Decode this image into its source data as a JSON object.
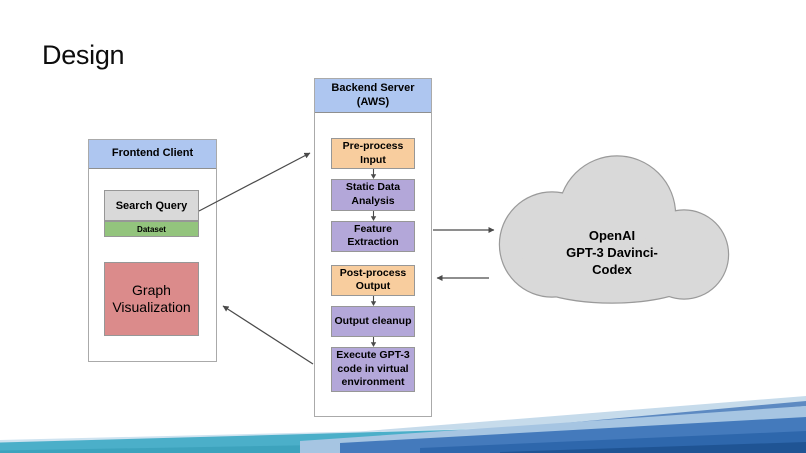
{
  "slide": {
    "title": "Design"
  },
  "frontend": {
    "header": "Frontend Client",
    "search_query_label": "Search Query",
    "dataset_label": "Dataset",
    "graph_visualization_label": "Graph Visualization"
  },
  "backend": {
    "header": "Backend Server (AWS)",
    "steps": [
      {
        "label": "Pre-process Input",
        "type": "orange",
        "arrow_after": true
      },
      {
        "label": "Static Data Analysis",
        "type": "purple",
        "arrow_after": true
      },
      {
        "label": "Feature Extraction",
        "type": "purple",
        "arrow_after": false
      },
      {
        "label": "Post-process Output",
        "type": "orange",
        "arrow_after": true
      },
      {
        "label": "Output cleanup",
        "type": "purple",
        "arrow_after": true
      },
      {
        "label": "Execute GPT-3 code in virtual environment",
        "type": "purple",
        "arrow_after": false
      }
    ]
  },
  "cloud": {
    "label": "OpenAI\nGPT-3 Davinci-\nCodex"
  },
  "colors": {
    "group_header_fill": "#aec6f0",
    "search_query_fill": "#d9d9d9",
    "dataset_fill": "#93c47d",
    "graph_visualization_fill": "#db8b8b",
    "process_orange_fill": "#f8cd9e",
    "process_purple_fill": "#b3a7d9",
    "cloud_fill": "#d9d9d9",
    "arrow_stroke": "#4a4a4a",
    "wave_teal": "#4bafc9",
    "wave_blues": [
      "#cfe3f0",
      "#c6dbeb",
      "#a6c5e2",
      "#5d8ac2",
      "#447abc",
      "#2e67ac",
      "#1f5494"
    ]
  }
}
